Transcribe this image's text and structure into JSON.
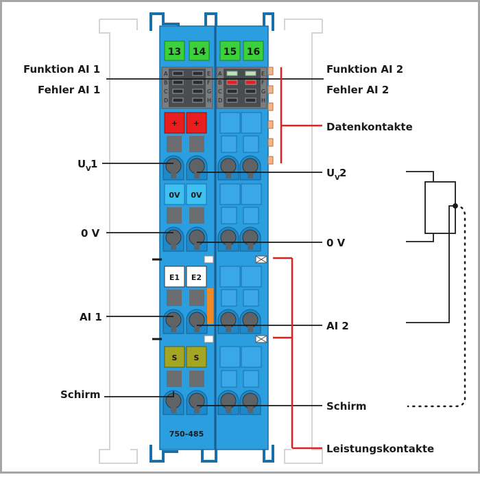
{
  "labels": {
    "funktion_ai1": "Funktion AI 1",
    "fehler_ai1": "Fehler AI 1",
    "funktion_ai2": "Funktion AI 2",
    "fehler_ai2": "Fehler AI 2",
    "datenkontakte": "Datenkontakte",
    "uv1_main": "U",
    "uv1_sub": "V",
    "uv1_num": " 1",
    "uv2_main": "U",
    "uv2_sub": "V",
    "uv2_num": " 2",
    "zero_v_left": "0 V",
    "zero_v_right": "0 V",
    "ai1": "AI 1",
    "ai2": "AI 2",
    "schirm_left": "Schirm",
    "schirm_right": "Schirm",
    "leistungskontakte": "Leistungskontakte",
    "model": "750-485"
  },
  "terminals": {
    "t13": "13",
    "t14": "14",
    "t15": "15",
    "t16": "16",
    "plus1": "+",
    "plus2": "+",
    "ov1": "0V",
    "ov2": "0V",
    "e1": "E1",
    "e2": "E2",
    "s1": "S",
    "s2": "S"
  },
  "led_letters": {
    "a": "A",
    "b": "B",
    "c": "C",
    "d": "D",
    "e": "E",
    "f": "F",
    "g": "G",
    "h": "H"
  },
  "colors": {
    "module_blue": "#2b9ee0",
    "module_dark": "#1a6fa8",
    "green": "#3ad13a",
    "red_terminal": "#e81d1d",
    "olive": "#a3a622",
    "orange": "#f08a24",
    "red_line": "#e02020",
    "slot_grey": "#6a6e70"
  }
}
